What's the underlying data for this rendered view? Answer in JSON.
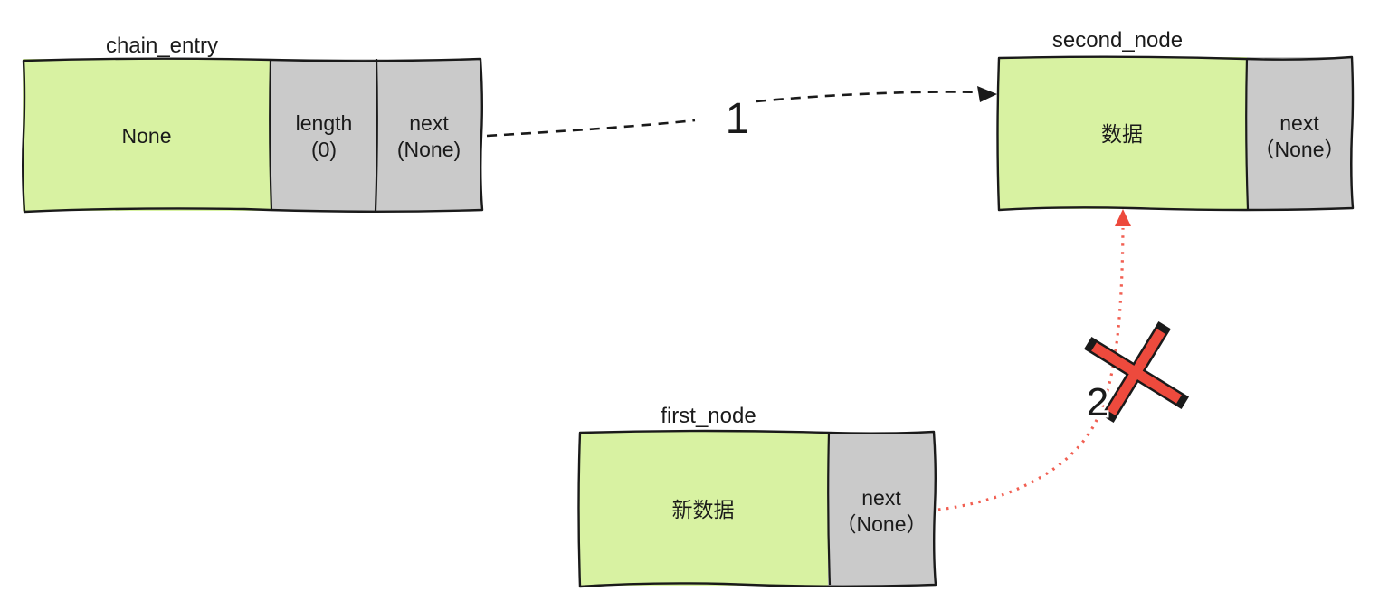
{
  "colors": {
    "background": "#ffffff",
    "cell_green": "#d8f2a2",
    "cell_gray": "#cacaca",
    "stroke": "#1a1a1a",
    "red": "#ed4a3d",
    "red_dots": "#f15f52"
  },
  "nodes": {
    "chain_entry": {
      "title": "chain_entry",
      "value": "None",
      "length_label": "length",
      "length_value": "(0)",
      "next_label": "next",
      "next_value": "(None)"
    },
    "second_node": {
      "title": "second_node",
      "value": "数据",
      "next_label": "next",
      "next_value": "（None）"
    },
    "first_node": {
      "title": "first_node",
      "value": "新数据",
      "next_label": "next",
      "next_value": "（None）"
    }
  },
  "annotations": {
    "step1": "1",
    "step2": "2"
  }
}
